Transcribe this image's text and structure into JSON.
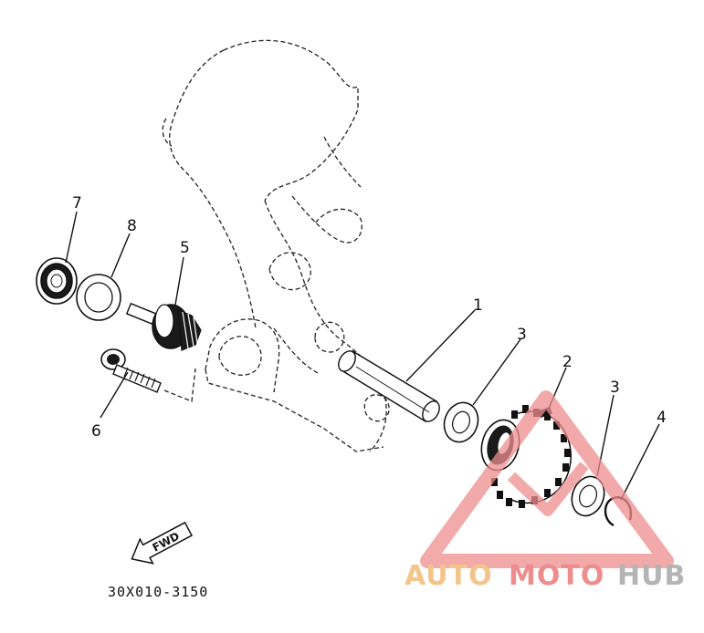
{
  "diagram": {
    "part_callouts": {
      "p1": "1",
      "p2": "2",
      "p3a": "3",
      "p3b": "3",
      "p4": "4",
      "p5": "5",
      "p6": "6",
      "p7": "7",
      "p8": "8"
    },
    "fwd_label": "FWD",
    "figure_code": "30X010-3150"
  },
  "watermark": {
    "auto": "AUTO",
    "moto": "MOTO",
    "hub": "HUB",
    "colors": {
      "orange": "#f4c58a",
      "red": "#ee8d8d",
      "gray": "#b4b4b4"
    }
  }
}
